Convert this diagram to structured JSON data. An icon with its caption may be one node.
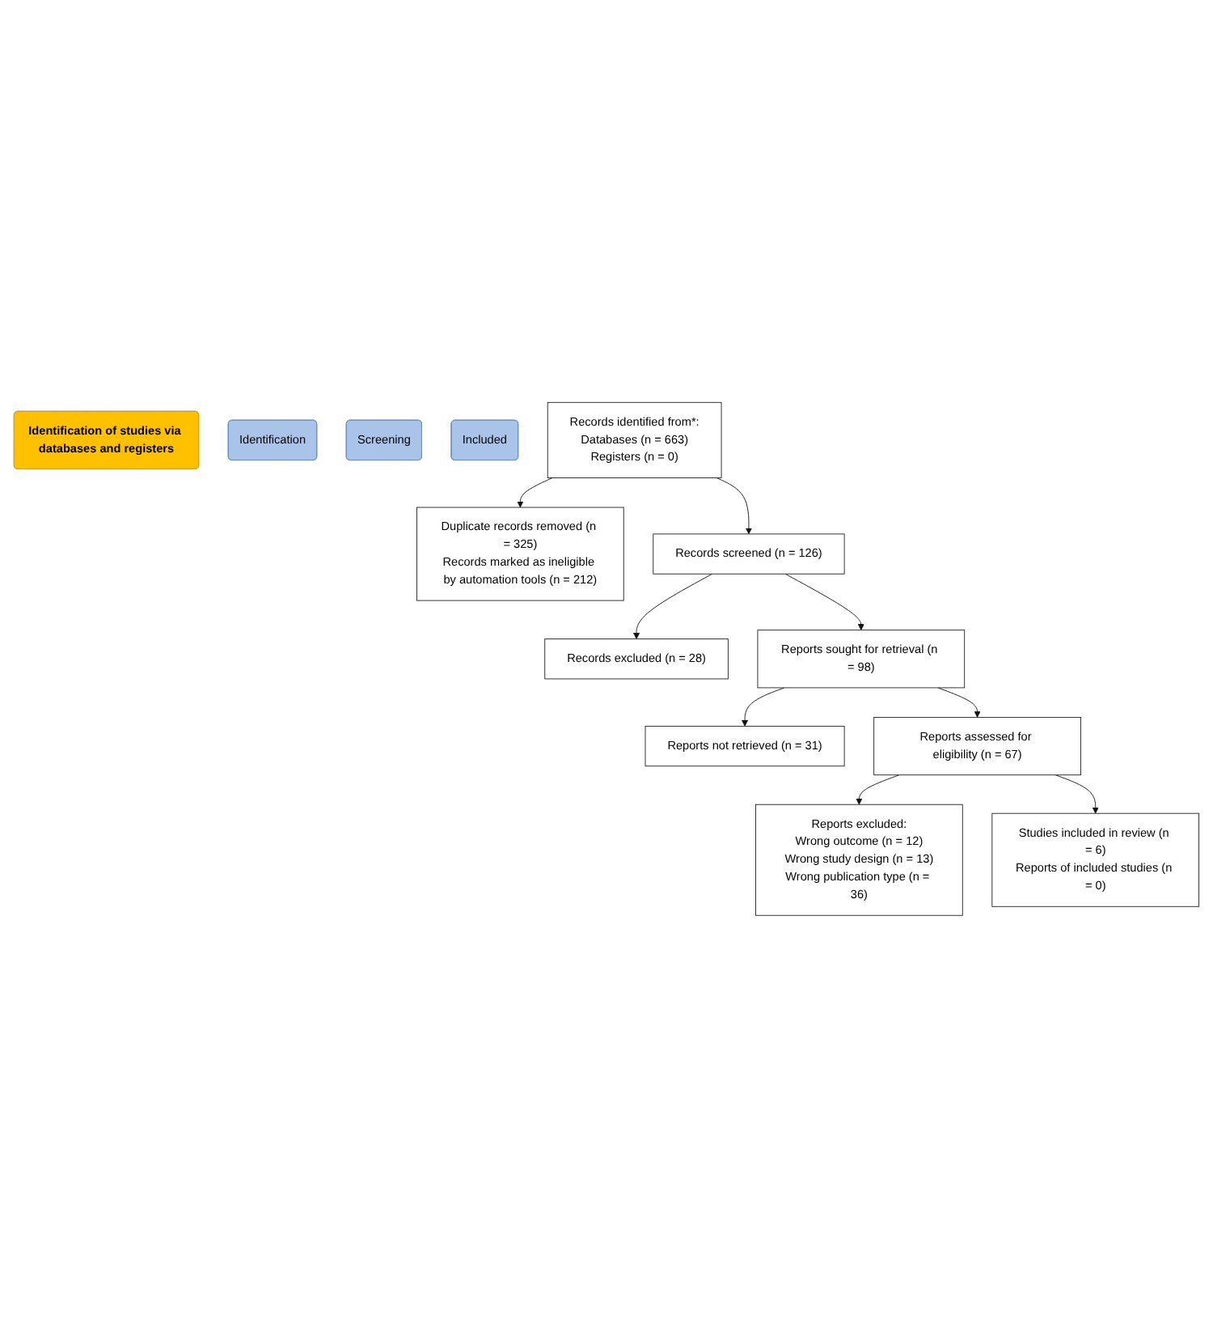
{
  "diagram": {
    "nodes": [
      {
        "text": [
          "Identification of studies via databases and registers"
        ]
      },
      {
        "text": [
          "Identification"
        ]
      },
      {
        "text": [
          "Screening"
        ]
      },
      {
        "text": [
          "Included"
        ]
      },
      {
        "text": [
          "Records identified from*:",
          "Databases (n = 663)",
          "Registers (n = 0)"
        ]
      },
      {
        "text": [
          "Duplicate records removed (n = 325)",
          "Records marked as ineligible by automation tools (n = 212)"
        ]
      },
      {
        "text": [
          "Records screened (n = 126)"
        ]
      },
      {
        "text": [
          "Records excluded (n = 28)"
        ]
      },
      {
        "text": [
          "Reports sought for retrieval (n = 98)"
        ]
      },
      {
        "text": [
          "Reports not retrieved (n = 31)"
        ]
      },
      {
        "text": [
          "Reports assessed for eligibility (n = 67)"
        ]
      },
      {
        "text": [
          "Reports excluded:",
          "Wrong outcome (n = 12)",
          "Wrong study design (n = 13)",
          "Wrong publication type (n = 36)"
        ]
      },
      {
        "text": [
          "Studies included in review (n = 6)",
          "Reports of included studies (n = 0)"
        ]
      }
    ],
    "edges": [
      {
        "from": 4,
        "to": 5,
        "arrow": "to"
      },
      {
        "from": 4,
        "to": 6,
        "arrow": "to"
      },
      {
        "from": 6,
        "to": 7,
        "arrow": "to"
      },
      {
        "from": 6,
        "to": 8,
        "arrow": "to"
      },
      {
        "from": 8,
        "to": 9,
        "arrow": "to"
      },
      {
        "from": 8,
        "to": 10,
        "arrow": "to"
      },
      {
        "from": 10,
        "to": 11,
        "arrow": "to"
      },
      {
        "from": 10,
        "to": 12,
        "arrow": "to"
      }
    ]
  }
}
